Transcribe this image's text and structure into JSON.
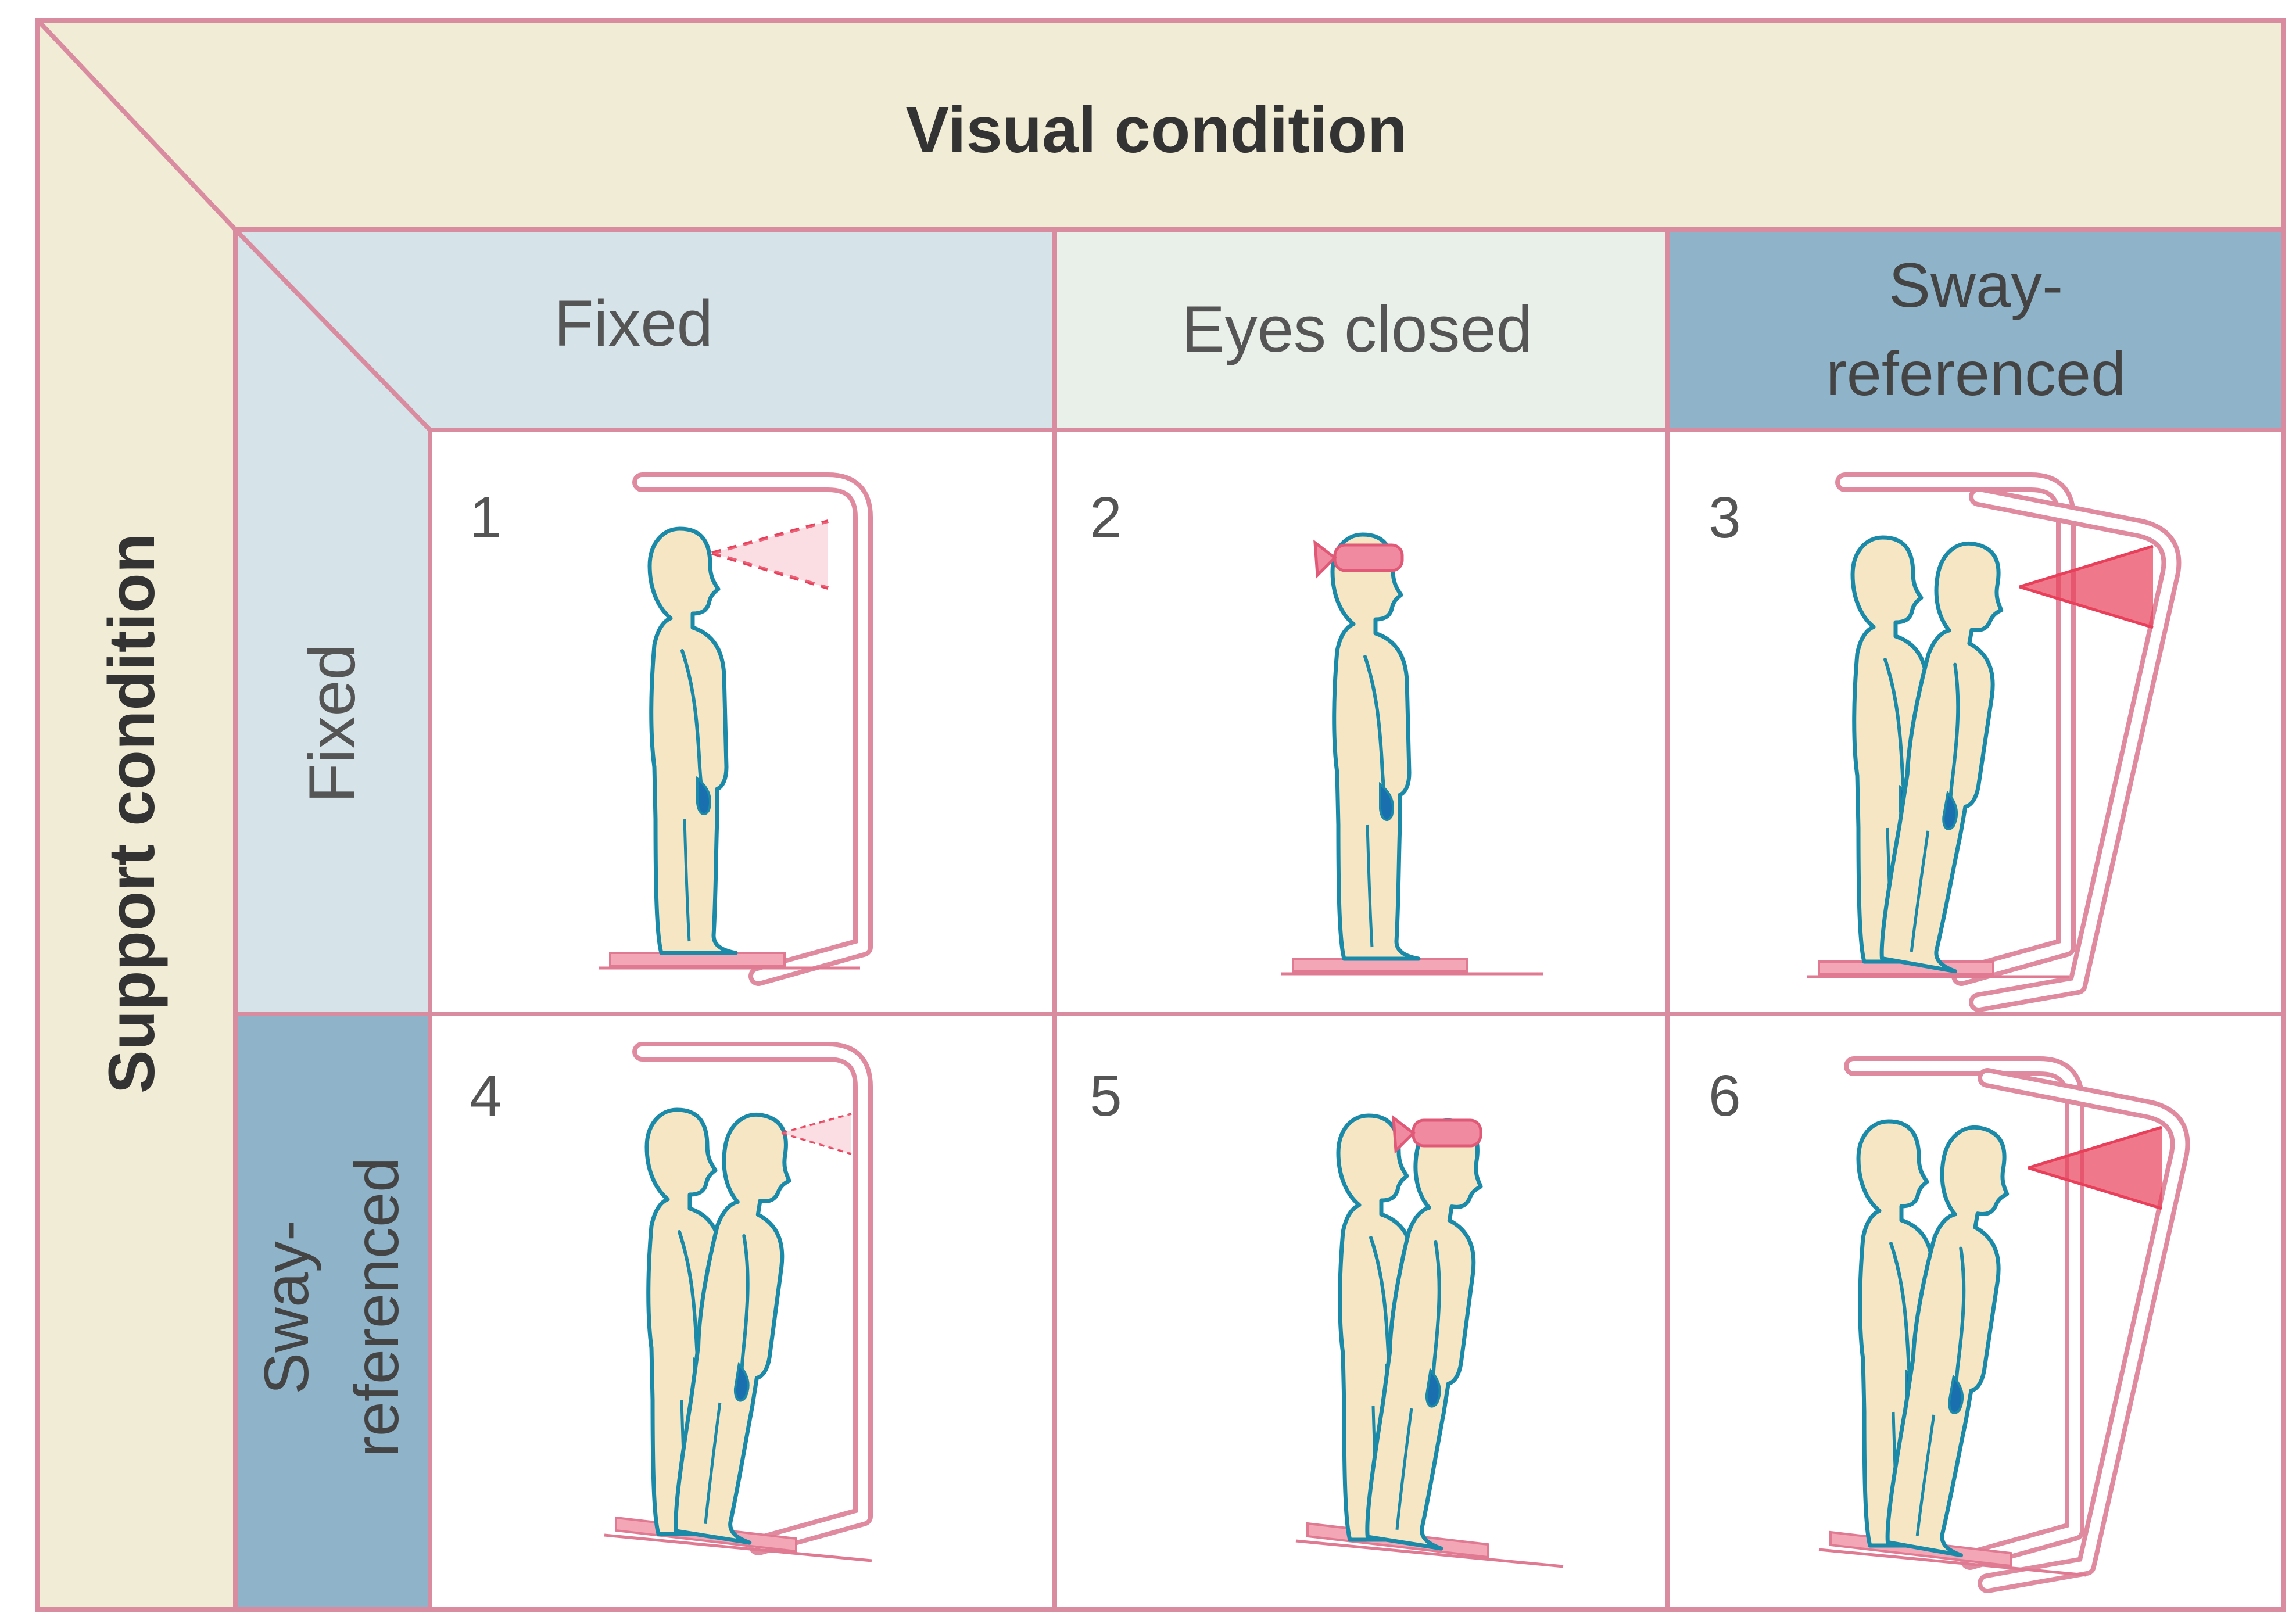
{
  "header": {
    "visual_condition": "Visual condition",
    "support_condition": "Support condition"
  },
  "columns": [
    {
      "label": "Fixed"
    },
    {
      "label": "Eyes closed"
    },
    {
      "label_line1": "Sway-",
      "label_line2": "referenced"
    }
  ],
  "rows": [
    {
      "label": "Fixed"
    },
    {
      "label_line1": "Sway-",
      "label_line2": "referenced"
    }
  ],
  "cells": [
    {
      "number": "1"
    },
    {
      "number": "2"
    },
    {
      "number": "3"
    },
    {
      "number": "4"
    },
    {
      "number": "5"
    },
    {
      "number": "6"
    }
  ],
  "colors": {
    "outer_band": "#f1ecd5",
    "light_band": "#d6e4ea",
    "eyes_closed_band": "#e9efe9",
    "sway_band": "#8fb3c9",
    "border": "#d98ca0",
    "frame": "#e08aa0",
    "figure_stroke": "#1a8aa8",
    "figure_fill": "#f6e6c4",
    "vision_cone": "#e8405a",
    "text_dark": "#333333",
    "text_mid": "#555555"
  }
}
